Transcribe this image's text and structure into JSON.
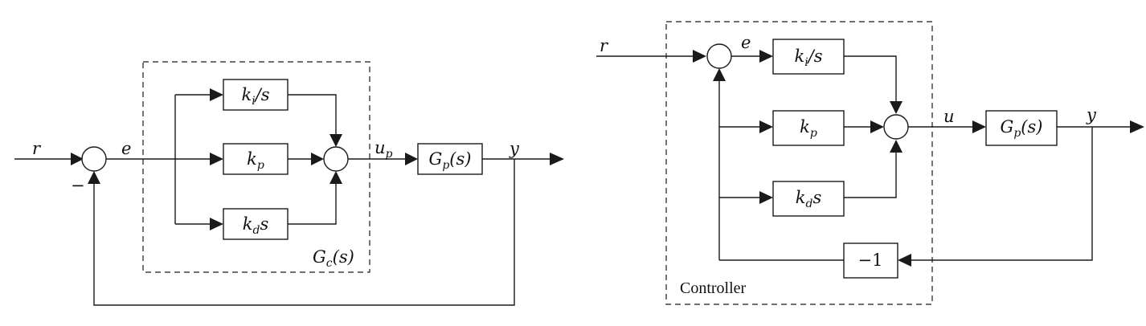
{
  "left_diagram": {
    "signals": {
      "reference": "r",
      "error": "e",
      "control": "u",
      "control_subscript": "p",
      "output": "y",
      "feedback_sign": "−"
    },
    "blocks": {
      "integral": {
        "main": "k",
        "sub": "i",
        "rest": "/s"
      },
      "proportional": {
        "main": "k",
        "sub": "p",
        "rest": ""
      },
      "derivative": {
        "main": "k",
        "sub": "d",
        "rest": "s"
      },
      "plant": {
        "main": "G",
        "sub": "p",
        "rest": "(s)"
      }
    },
    "controller_label": {
      "main": "G",
      "sub": "c",
      "rest": "(s)"
    }
  },
  "right_diagram": {
    "signals": {
      "reference": "r",
      "error": "e",
      "control": "u",
      "output": "y"
    },
    "blocks": {
      "integral": {
        "main": "k",
        "sub": "i",
        "rest": "/s"
      },
      "proportional": {
        "main": "k",
        "sub": "p",
        "rest": ""
      },
      "derivative": {
        "main": "k",
        "sub": "d",
        "rest": "s"
      },
      "plant": {
        "main": "G",
        "sub": "p",
        "rest": "(s)"
      },
      "gain": "−1"
    },
    "controller_label": "Controller"
  }
}
